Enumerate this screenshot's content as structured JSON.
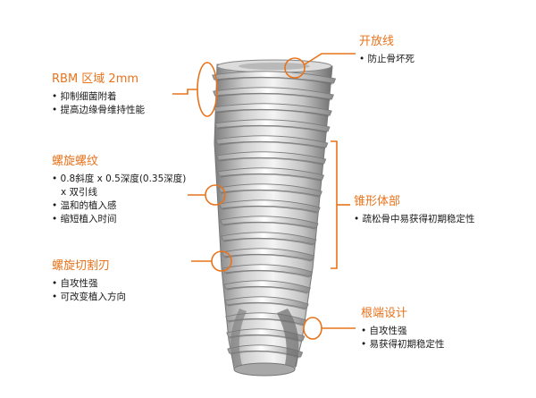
{
  "annotations": {
    "rbm": {
      "title": "RBM 区域 2mm",
      "items": [
        "抑制细菌附着",
        "提高边缘骨维持性能"
      ]
    },
    "spiral_thread": {
      "title": "螺旋螺纹",
      "items": [
        "0.8斜度 x 0.5深度(0.35深度)",
        "x 双引线",
        "温和的植入感",
        "缩短植入时间"
      ]
    },
    "spiral_cutting_edge": {
      "title": "螺旋切割刃",
      "items": [
        "自攻性强",
        "可改变植入方向"
      ]
    },
    "open_line": {
      "title": "开放线",
      "items": [
        "防止骨坏死"
      ]
    },
    "tapered_body": {
      "title": "锥形体部",
      "items": [
        "疏松骨中易获得初期稳定性"
      ]
    },
    "apex_design": {
      "title": "根端设计",
      "items": [
        "自攻性强",
        "易获得初期稳定性"
      ]
    }
  },
  "colors": {
    "accent": "#e8731c",
    "implant_light": "#f2f2f2",
    "implant_dark": "#8a8a8a"
  }
}
